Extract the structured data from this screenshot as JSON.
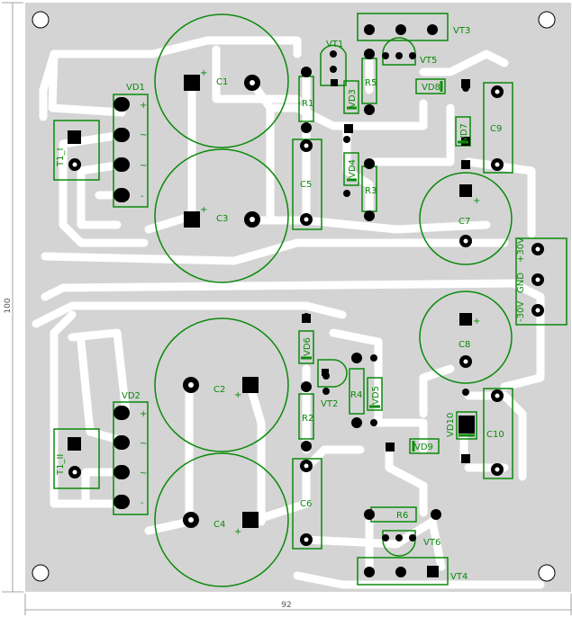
{
  "dimensions": {
    "width_label": "92",
    "height_label": "100"
  },
  "labels": {
    "c1": "C1",
    "c2": "C2",
    "c3": "C3",
    "c4": "C4",
    "c5": "C5",
    "c6": "C6",
    "c7": "C7",
    "c8": "C8",
    "c9": "C9",
    "c10": "C10",
    "r1": "R1",
    "r2": "R2",
    "r3": "R3",
    "r4": "R4",
    "r5": "R5",
    "r6": "R6",
    "vd1": "VD1",
    "vd2": "VD2",
    "vd3": "VD3",
    "vd4": "VD4",
    "vd5": "VD5",
    "vd6": "VD6",
    "vd7": "VD7",
    "vd8": "VD8",
    "vd9": "VD9",
    "vd10": "VD10",
    "vt1": "VT1",
    "vt2": "VT2",
    "vt3": "VT3",
    "vt4": "VT4",
    "vt5": "VT5",
    "vt6": "VT6",
    "t1_i": "T1_I",
    "t1_ii": "T1_II",
    "out_p30": "+30V",
    "out_gnd": "GND",
    "out_m30": "-30V"
  },
  "bridge_marks": {
    "plus": "+",
    "tilde": "~",
    "minus": "-"
  },
  "colors": {
    "board": "#d4d4d4",
    "copper": "#ffffff",
    "silk": "#0a8a0a",
    "pad": "#000000"
  }
}
